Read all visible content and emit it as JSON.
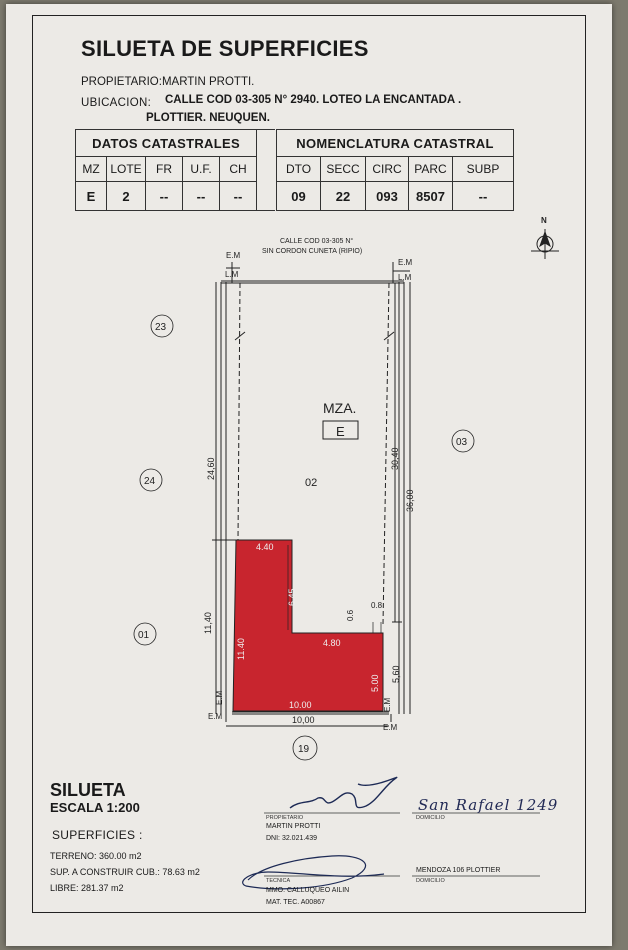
{
  "title": "SILUETA DE SUPERFICIES",
  "owner_line": "PROPIETARIO:MARTIN PROTTI.",
  "location": {
    "label": "UBICACION:",
    "line1": "CALLE COD 03-305 N° 2940. LOTEO LA ENCANTADA .",
    "line2": "PLOTTIER. NEUQUEN."
  },
  "datos_catastrales": {
    "header": "DATOS CATASTRALES",
    "columns": [
      "MZ",
      "LOTE",
      "FR",
      "U.F.",
      "CH"
    ],
    "values": [
      "E",
      "2",
      "--",
      "--",
      "--"
    ]
  },
  "nomenclatura": {
    "header": "NOMENCLATURA CATASTRAL",
    "columns": [
      "DTO",
      "SECC",
      "CIRC",
      "PARC",
      "SUBP"
    ],
    "values": [
      "09",
      "22",
      "093",
      "8507",
      "--"
    ]
  },
  "plan": {
    "north": "N",
    "street_line1": "CALLE COD 03-305 N°",
    "street_line2": "SIN CORDON CUNETA (RIPIO)",
    "em": "E.M",
    "lm": "L.M",
    "manzana_label": "MZA.",
    "manzana_value": "E",
    "lot": "02",
    "neighbors": {
      "top_left": "23",
      "left": "24",
      "bottom_left": "01",
      "right": "03",
      "bottom": "19"
    },
    "dims": {
      "left_total": "24,60",
      "left_building": "11,40",
      "right_inner": "30,40",
      "right_total": "36,00",
      "right_lower": "5,60",
      "bottom_width": "10,00",
      "bldg_top": "4.40",
      "bldg_inner_v": "6.45",
      "bldg_left": "11.40",
      "bldg_step": "4.80",
      "bldg_right": "5.00",
      "bldg_bottom": "10.00",
      "gap_a": "0.6",
      "gap_b": "0.8"
    },
    "colors": {
      "building_fill": "#c8252e",
      "line": "#222222"
    }
  },
  "silueta": {
    "title": "SILUETA",
    "scale": "ESCALA 1:200",
    "superficies_label": "SUPERFICIES :",
    "terreno": "TERRENO: 360.00 m2",
    "sup_cub": "SUP. A CONSTRUIR CUB.: 78.63 m2",
    "libre": "LIBRE: 281.37 m2"
  },
  "signatures": {
    "propietario_label": "PROPIETARIO",
    "propietario_name": "MARTIN PROTTI",
    "propietario_dni": "DNI: 32.021.439",
    "domicilio_label": "DOMICILIO",
    "domicilio_handwritten": "San Rafael 1249",
    "tecnica_label": "TECNICA",
    "tecnica_name": "MMO. CALLUQUEO AILIN",
    "tecnica_mat": "MAT. TEC. A00867",
    "domicilio2_label": "DOMICILIO",
    "domicilio2_value": "MENDOZA 106 PLOTTIER"
  }
}
